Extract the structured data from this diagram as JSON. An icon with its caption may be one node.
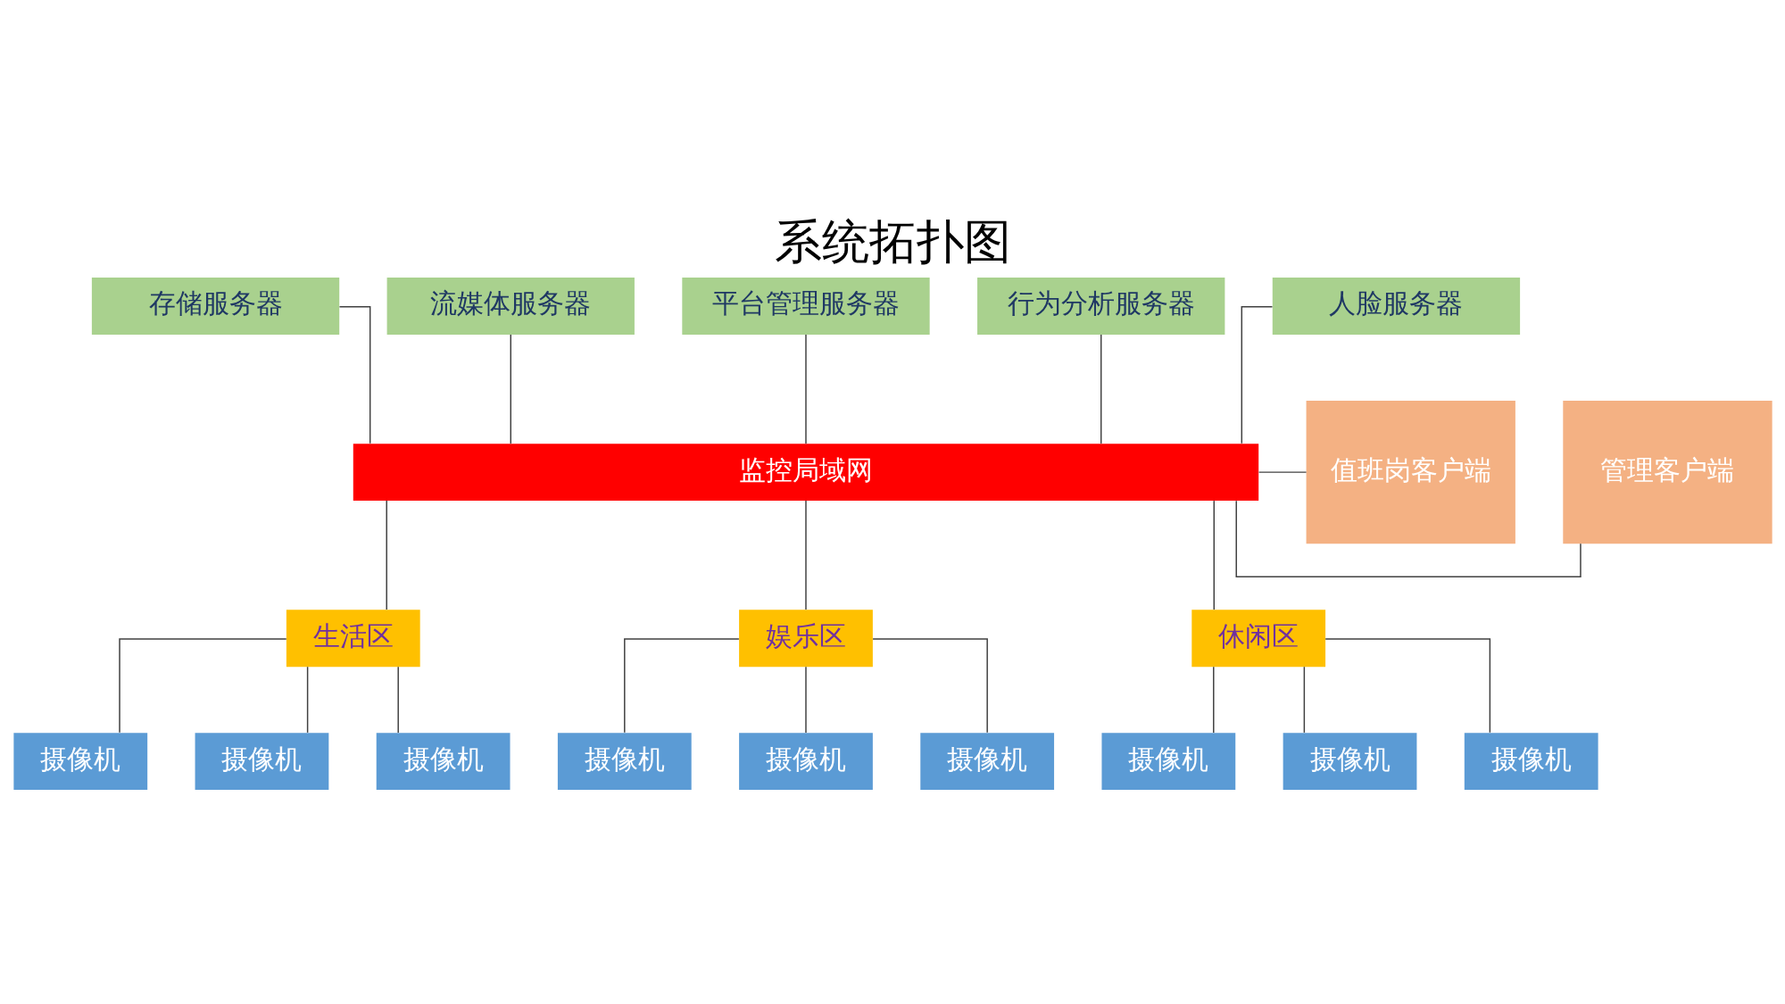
{
  "diagram": {
    "title": "系统拓扑图",
    "nodes": [
      {
        "text": [
          "存储服务器"
        ]
      },
      {
        "text": [
          "流媒体服务器"
        ]
      },
      {
        "text": [
          "平台管理服务器"
        ]
      },
      {
        "text": [
          "行为分析服务器"
        ]
      },
      {
        "text": [
          "人脸服务器"
        ]
      },
      {
        "text": [
          "管理客户端"
        ]
      },
      {
        "text": [
          "监控局域网"
        ]
      },
      {
        "text": [
          "值班岗客户端"
        ]
      },
      {
        "text": [
          "生活区"
        ]
      },
      {
        "text": [
          "娱乐区"
        ]
      },
      {
        "text": [
          "休闲区"
        ]
      },
      {
        "text": [
          "摄像机"
        ]
      },
      {
        "text": [
          "摄像机"
        ]
      },
      {
        "text": [
          "摄像机"
        ]
      },
      {
        "text": [
          "摄像机"
        ]
      },
      {
        "text": [
          "摄像机"
        ]
      },
      {
        "text": [
          "摄像机"
        ]
      },
      {
        "text": [
          "摄像机"
        ]
      },
      {
        "text": [
          "摄像机"
        ]
      },
      {
        "text": [
          "摄像机"
        ]
      }
    ],
    "edges": [
      {
        "from": 0,
        "to": 6,
        "arrow": "none"
      },
      {
        "from": 1,
        "to": 6,
        "arrow": "none"
      },
      {
        "from": 2,
        "to": 6,
        "arrow": "none"
      },
      {
        "from": 3,
        "to": 6,
        "arrow": "none"
      },
      {
        "from": 4,
        "to": 6,
        "arrow": "none"
      },
      {
        "from": 5,
        "to": 6,
        "arrow": "none"
      },
      {
        "from": 6,
        "to": 7,
        "arrow": "none"
      },
      {
        "from": 6,
        "to": 8,
        "arrow": "none"
      },
      {
        "from": 6,
        "to": 9,
        "arrow": "none"
      },
      {
        "from": 6,
        "to": 10,
        "arrow": "none"
      },
      {
        "from": 8,
        "to": 11,
        "arrow": "none"
      },
      {
        "from": 8,
        "to": 12,
        "arrow": "none"
      },
      {
        "from": 8,
        "to": 13,
        "arrow": "none"
      },
      {
        "from": 9,
        "to": 14,
        "arrow": "none"
      },
      {
        "from": 9,
        "to": 15,
        "arrow": "none"
      },
      {
        "from": 9,
        "to": 16,
        "arrow": "none"
      },
      {
        "from": 10,
        "to": 17,
        "arrow": "none"
      },
      {
        "from": 10,
        "to": 18,
        "arrow": "none"
      },
      {
        "from": 10,
        "to": 19,
        "arrow": "none"
      }
    ]
  }
}
